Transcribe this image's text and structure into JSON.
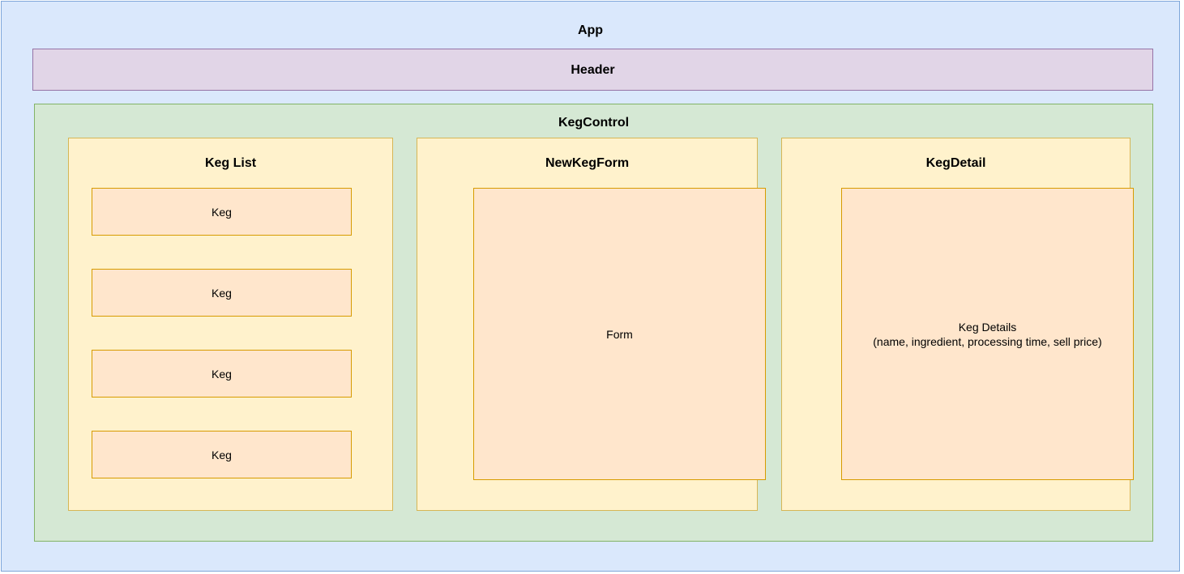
{
  "app": {
    "title": "App"
  },
  "header": {
    "title": "Header"
  },
  "kegcontrol": {
    "title": "KegControl",
    "panels": {
      "keg_list": {
        "title": "Keg List",
        "items": [
          {
            "label": "Keg"
          },
          {
            "label": "Keg"
          },
          {
            "label": "Keg"
          },
          {
            "label": "Keg"
          }
        ]
      },
      "new_keg_form": {
        "title": "NewKegForm",
        "form_label": "Form"
      },
      "keg_detail": {
        "title": "KegDetail",
        "detail_label": "Keg Details\n(name, ingredient, processing time, sell price)"
      }
    }
  },
  "colors": {
    "app_fill": "#dae8fc",
    "app_stroke": "#7ea6d9",
    "header_fill": "#e1d5e7",
    "header_stroke": "#9673a6",
    "kegcontrol_fill": "#d5e8d4",
    "kegcontrol_stroke": "#82b366",
    "panel_fill": "#fff2cc",
    "panel_stroke": "#d6b656",
    "inner_fill": "#ffe6cc",
    "inner_stroke": "#d79b00"
  }
}
